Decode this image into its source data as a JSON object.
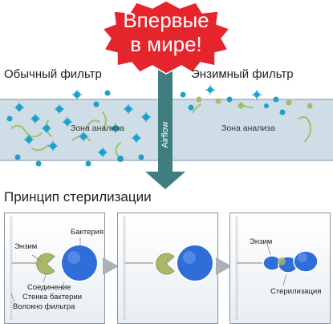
{
  "badge": {
    "line1": "Впервые",
    "line2": "в мире!",
    "fill": "#e5242c"
  },
  "top": {
    "left_heading": "Обычный фильтр",
    "right_heading": "Энзимный фильтр",
    "zone_left": "Зона анализа",
    "zone_right": "Зона анализа",
    "airflow": "Airflow"
  },
  "principle": {
    "title": "Принцип стерилизации",
    "panel1": {
      "bacteria": "Бактерия",
      "enzyme": "Энзим",
      "connection": "Соединение",
      "wall": "Стенка бактерии",
      "fiber": "Волокно фильтра"
    },
    "panel3": {
      "enzyme": "Энзим",
      "sterilization": "Стерилизация"
    }
  },
  "colors": {
    "filter_band": "#cfdde6",
    "arrow": "#3f7e80",
    "bacteria": "#2f6ed8",
    "enzyme": "#a8b868",
    "dots": "#1fa0cc"
  }
}
